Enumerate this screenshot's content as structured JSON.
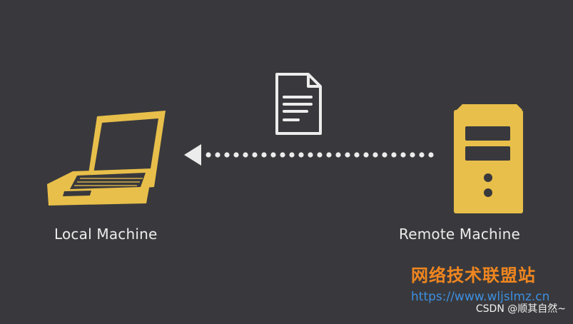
{
  "diagram": {
    "local_label": "Local Machine",
    "remote_label": "Remote Machine"
  },
  "watermark": {
    "site_name": "网络技术联盟站",
    "url": "https://www.wljslmz.cn",
    "csdn": "CSDN @顺其自然~"
  },
  "colors": {
    "background": "#39393d",
    "accent": "#e8bf4a",
    "icon_outline": "#ececec",
    "label_text": "#ececec"
  }
}
